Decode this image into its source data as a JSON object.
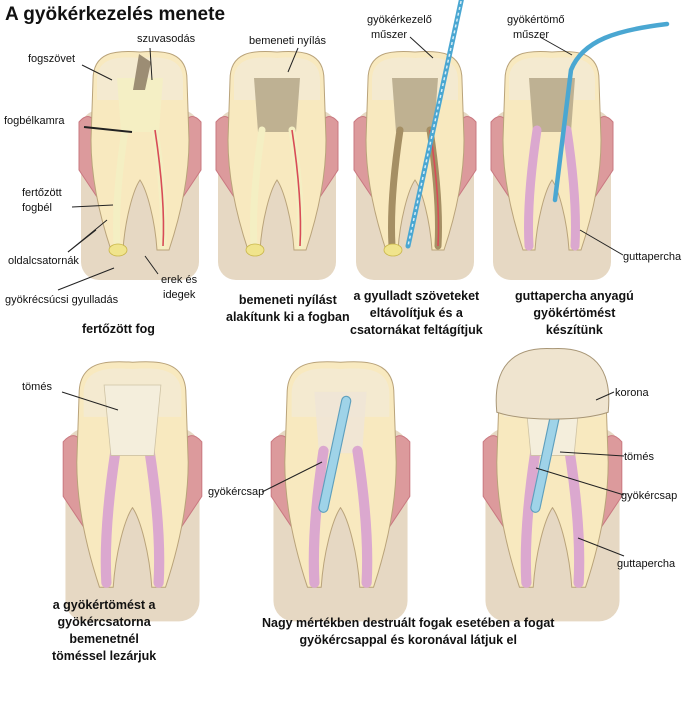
{
  "title": "A gyökérkezelés menete",
  "labels": {
    "fogszovet": "fogszövet",
    "szuvasodas": "szuvasodás",
    "fogbelkamra": "fogbélkamra",
    "fertozott_fogbel_1": "fertőzött",
    "fertozott_fogbel_2": "fogbél",
    "oldalcsatornak": "oldalcsatornák",
    "gyokercsucsi": "gyökrécsúcsi gyulladás",
    "erek_1": "erek és",
    "erek_2": "idegek",
    "bemeneti_nyilas": "bemeneti nyílás",
    "gyokerkezelo_1": "gyökérkezelő",
    "gyokerkezelo_2": "műszer",
    "gyokertomo_1": "gyökértömő",
    "gyokertomo_2": "műszer",
    "guttapercha_1": "guttapercha",
    "tomes_1": "tömés",
    "gyokercsap_2": "gyökércsap",
    "korona": "korona",
    "tomes_3": "tömés",
    "gyokercsap_3": "gyökércsap",
    "guttapercha_3": "guttapercha"
  },
  "captions": {
    "c1": [
      "fertőzött fog"
    ],
    "c2": [
      "bemeneti nyílást",
      "alakítunk ki a fogban"
    ],
    "c3": [
      "a gyulladt szöveteket",
      "eltávolítjuk és a",
      "csatornákat feltágítjuk"
    ],
    "c4": [
      "guttapercha anyagú",
      "gyökértömést",
      "készítünk"
    ],
    "c5": [
      "a gyökértömést a",
      "gyökércsatorna",
      "bemenetnél",
      "töméssel lezárjuk"
    ],
    "c6": [
      "Nagy mértékben destruált fogak esetében a fogat",
      "gyökércsappal és koronával látjuk el"
    ]
  },
  "colors": {
    "enamel": "#f3ead2",
    "dentin": "#f8e9bf",
    "pulp": "#f4efc3",
    "gum": "#dc9a9c",
    "gum_edge": "#c97880",
    "bone": "#e6d8c3",
    "gutta": "#dba8cf",
    "post": "#9fd3e8",
    "instrument": "#4aa7d2",
    "nerve": "#d84c57",
    "infection": "#f0e48c",
    "decay": "#8c7c64"
  }
}
